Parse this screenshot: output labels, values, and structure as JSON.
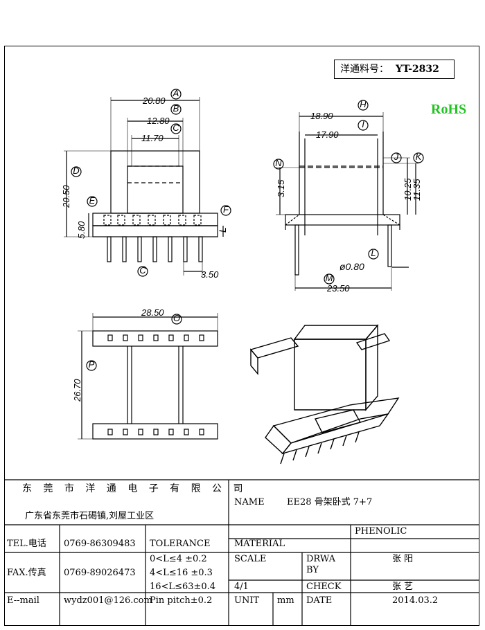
{
  "part_number": {
    "label": "洋通料号：",
    "value": "YT-2832"
  },
  "rohs": "RoHS",
  "dims": {
    "A": "20.80",
    "B": "12.80",
    "C": "11.70",
    "D": "20.50",
    "E": "5.80",
    "pitch": "3.50",
    "H": "18.90",
    "I": "17.90",
    "J_K_a": "10.25",
    "J_K_b": "11.35",
    "N": "3.15",
    "pin_dia": "ø0.80",
    "M": "23.50",
    "O": "28.50",
    "P": "26.70"
  },
  "callouts": {
    "A": "A",
    "B": "B",
    "C": "C",
    "D": "D",
    "E": "E",
    "F": "F",
    "L_side": "L",
    "C2": "C",
    "H": "H",
    "I": "I",
    "J": "J",
    "K": "K",
    "N": "N",
    "L": "L",
    "M": "M",
    "O": "O",
    "P": "P"
  },
  "title_block": {
    "company": "东 莞 市 洋 通 电 子 有 限 公 司",
    "address": "广东省东莞市石碣镇,刘屋工业区",
    "name_label": "NAME",
    "name_value": "EE28 骨架卧式 7+7",
    "tel_label": "TEL.电话",
    "tel_value": "0769-86309483",
    "tolerance_label": "TOLERANCE",
    "material_label": "MATERIAL",
    "material_value": "PHENOLIC",
    "fax_label": "FAX.传真",
    "fax_value": "0769-89026473",
    "tol1": "0<L≤4   ±0.2",
    "tol2": "4<L≤16  ±0.3",
    "tol3": "16<L≤63±0.4",
    "tol4": "Pin pitch±0.2",
    "scale_label": "SCALE",
    "scale_value": "4/1",
    "drawn_label": "DRWA BY",
    "drawn_value": "张 阳",
    "check_label": "CHECK",
    "check_value": "张 艺",
    "email_label": "E--mail",
    "email_value": "wydz001@126.com",
    "unit_label": "UNIT",
    "unit_value": "mm",
    "date_label": "DATE",
    "date_value": "2014.03.2"
  }
}
